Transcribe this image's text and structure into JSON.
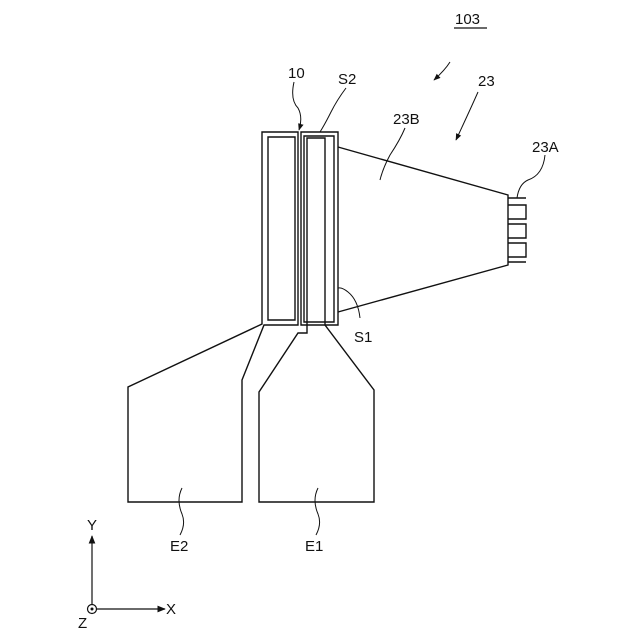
{
  "figure": {
    "labels": {
      "assembly": "103",
      "antenna": "23",
      "terminal": "23A",
      "body": "23B",
      "member": "10",
      "slit_upper": "S2",
      "slit_lower": "S1",
      "electrode_1": "E1",
      "electrode_2": "E2"
    },
    "axes": {
      "y": "Y",
      "x": "X",
      "z": "Z"
    }
  }
}
